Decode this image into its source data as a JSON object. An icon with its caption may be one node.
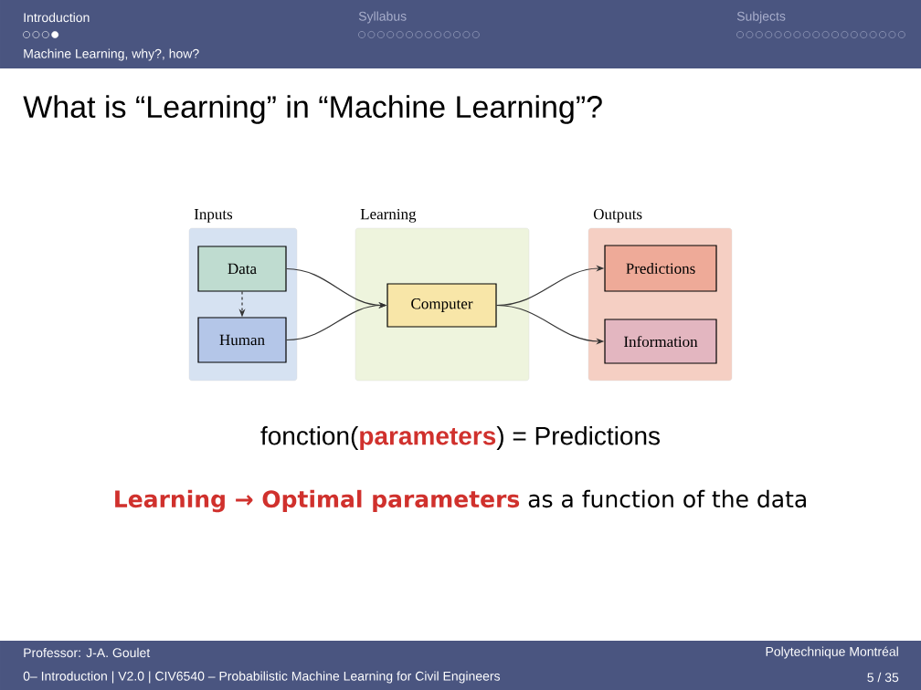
{
  "diagram": {
    "title": "What is “Learning” in “Machine Learning”?",
    "nodes": [
      {
        "text": [
          "Inputs"
        ]
      },
      {
        "text": [
          "Data"
        ],
        "in": 0
      },
      {
        "text": [
          "Human"
        ],
        "in": 0
      },
      {
        "text": [
          "Learning"
        ]
      },
      {
        "text": [
          "Computer"
        ],
        "in": 3
      },
      {
        "text": [
          "Outputs"
        ]
      },
      {
        "text": [
          "Predictions"
        ],
        "in": 5
      },
      {
        "text": [
          "Information"
        ],
        "in": 5
      }
    ],
    "edges": [
      {
        "from": 1,
        "to": 2,
        "arrow": "to",
        "style": "dashed"
      },
      {
        "from": 1,
        "to": 4,
        "arrow": "to"
      },
      {
        "from": 2,
        "to": 4,
        "arrow": "to"
      },
      {
        "from": 4,
        "to": 6,
        "arrow": "to"
      },
      {
        "from": 4,
        "to": 7,
        "arrow": "to"
      }
    ],
    "labels": [
      "Introduction",
      "Syllabus",
      "Subjects",
      "Machine Learning, why?, how?",
      "fonction(**parameters**) = Predictions",
      "**Learning → Optimal parameters** as a function of the data",
      "Professor: J-A. Goulet",
      "Polytechnique Montréal",
      "0– Introduction | V2.0 | CIV6540 – Probabilistic Machine Learning for Civil Engineers",
      "5 / 35"
    ]
  }
}
